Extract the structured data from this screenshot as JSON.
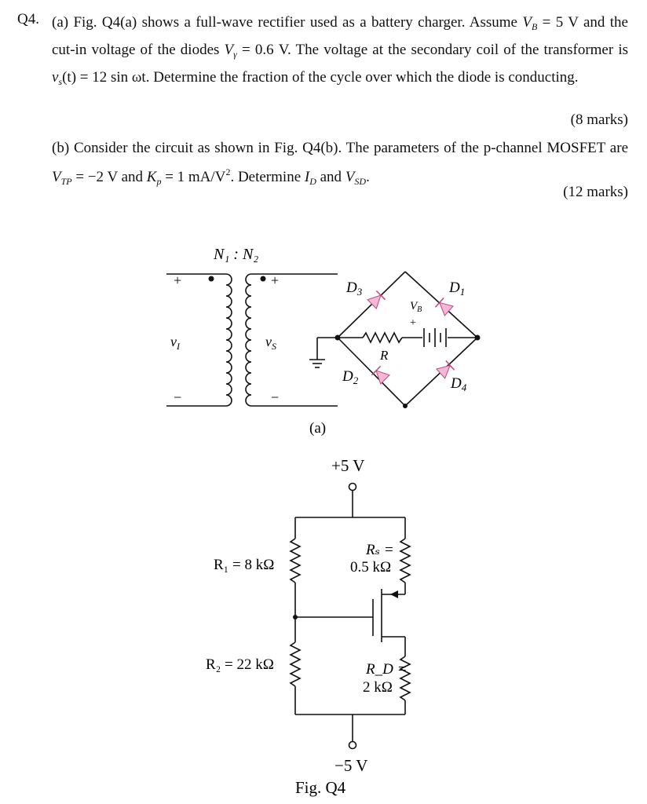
{
  "question": {
    "number": "Q4.",
    "part_a": {
      "label": "(a)",
      "text_1": "Fig. Q4(a) shows a full-wave rectifier used as a battery charger. Assume ",
      "vb_sym": "V",
      "vb_sub": "B",
      "vb_val": " = 5 V and the cut-in voltage of the diodes ",
      "vg_sym": "V",
      "vg_sub": "γ",
      "vg_val": " = 0.6 V. The voltage at the secondary coil of the transformer is ",
      "vs_expr": "v",
      "vs_sub": "s",
      "vs_val": "(t) = 12 sin ωt",
      "text_2": ". Determine the fraction of the cycle over which the diode is conducting.",
      "marks": "(8 marks)"
    },
    "part_b": {
      "label": "(b)",
      "text_1": "Consider the circuit as shown in Fig. Q4(b). The parameters of the p-channel MOSFET are ",
      "vtp_sym": "V",
      "vtp_sub": "TP",
      "vtp_val": " = −2 V and ",
      "kp_sym": "K",
      "kp_sub": "p",
      "kp_val": " = 1 mA/V",
      "kp_sup": "2",
      "text_2": ". Determine ",
      "id_sym": "I",
      "id_sub": "D",
      "and": " and ",
      "vsd_sym": "V",
      "vsd_sub": "SD",
      "end": ".",
      "marks": "(12 marks)"
    }
  },
  "fig_a": {
    "turns": "N₁ : N₂",
    "plus_primary": "+",
    "minus_primary": "−",
    "vi": "v",
    "vi_sub": "I",
    "plus_secondary": "+",
    "minus_secondary": "−",
    "vs": "v",
    "vs_sub": "S",
    "d1": "D",
    "d1_sub": "1",
    "d2": "D",
    "d2_sub": "2",
    "d3": "D",
    "d3_sub": "3",
    "d4": "D",
    "d4_sub": "4",
    "vb": "V",
    "vb_sub": "B",
    "batt_plus": "+",
    "r": "R",
    "caption": "(a)"
  },
  "fig_b": {
    "vplus": "+5 V",
    "vminus": "−5 V",
    "r1": "R₁ = 8 kΩ",
    "r2": "R₂ = 22 kΩ",
    "rs_1": "Rₛ =",
    "rs_2": "0.5 kΩ",
    "rd_1": "R_D =",
    "rd_2": "2 kΩ",
    "caption": "Fig. Q4"
  }
}
